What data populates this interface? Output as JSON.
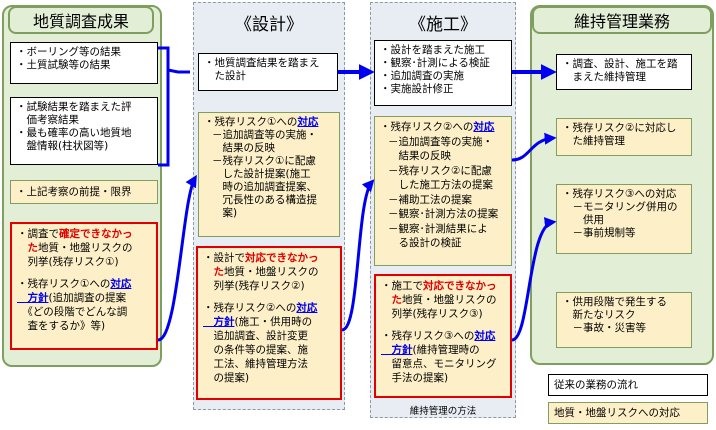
{
  "columns": {
    "survey": {
      "title": "地質調査成果"
    },
    "design": {
      "title": "《設計》"
    },
    "construction": {
      "title": "《施工》"
    },
    "maintenance": {
      "title": "維持管理業務"
    }
  },
  "survey": {
    "box1": [
      "・ボーリング等の結果",
      "・土質試験等の結果"
    ],
    "box2": [
      "・試験結果を踏まえた評",
      "　価考察結果",
      "・最も確率の高い地質地",
      "　盤情報(柱状図等)"
    ],
    "premise": "・上記考察の前提・限界",
    "risk": {
      "l1a": "・調査で",
      "l1b": "確定できなかっ",
      "l2a": "　た",
      "l2b": "地質・地盤リスクの",
      "l3": "　列挙(残存リスク①)",
      "l4a": "・残存リスク①への",
      "l4b": "対応",
      "l5a": "　方針",
      "l5b": "(追加調査の提案",
      "l6": "　《どの段階でどんな調",
      "l7": "　査をするか》等)"
    }
  },
  "design": {
    "main": [
      "・地質調査結果を踏まえ",
      "　た設計"
    ],
    "r1": {
      "l1a": "・残存リスク①への",
      "l1b": "対応",
      "lines": [
        "－追加調査等の実施・",
        "　結果の反映",
        "－残存リスク①に配慮",
        "　した設計提案(施工",
        "　時の追加調査提案、",
        "　冗長性のある構造提",
        "　案)"
      ]
    },
    "risk": {
      "l1a": "・設計で",
      "l1b": "対応できなかっ",
      "l2a": "　た",
      "l2b": "地質・地盤リスクの",
      "l3": "　列挙(残存リスク②)",
      "l4a": "・残存リスク②への",
      "l4b": "対応",
      "l5a": "　方針",
      "l5b": "(施工・供用時の",
      "lines": [
        "　追加調査、設計変更",
        "　の条件等の提案、施",
        "　工法、維持管理方法",
        "　の提案)"
      ]
    }
  },
  "construction": {
    "main": [
      "・設計を踏まえた施工",
      "・観察･計測による検証",
      "・追加調査の実施",
      "・実施設計修正"
    ],
    "r2": {
      "l1a": "・残存リスク②への",
      "l1b": "対応",
      "lines": [
        "－追加調査等の実施・",
        "　結果の反映",
        "－残存リスク②に配慮",
        "　した施工方法の提案",
        "－補助工法の提案",
        "－観察･計測方法の提案",
        "－観察･計測結果によ",
        "　る設計の検証"
      ]
    },
    "risk": {
      "l1a": "・施工で",
      "l1b": "対応できなかっ",
      "l2a": "　た",
      "l2b": "地質・地盤リスクの",
      "l3": "　列挙(残存リスク③)",
      "l4a": "・残存リスク③への",
      "l4b": "対応",
      "l5a": "　方針",
      "l5b": "(維持管理時の",
      "lines": [
        "　留意点、モニタリング",
        "　手法の提案)"
      ]
    },
    "caption": "維持管理の方法"
  },
  "maintenance": {
    "main": [
      "・調査、設計、施工を踏",
      "　まえた維持管理"
    ],
    "r2": [
      "・残存リスク②に対応し",
      "　た維持管理"
    ],
    "r3": [
      "・残存リスク③への対応",
      "　－モニタリング併用の",
      "　　供用",
      "　－事前規制等"
    ],
    "new": [
      "・供用段階で発生する",
      "　新たなリスク",
      "　－事故・災害等"
    ]
  },
  "legend": {
    "conventional": "従来の業務の流れ",
    "risk": "地質・地盤リスクへの対応"
  },
  "colors": {
    "arrow": "#0000ee",
    "emphasis_red": "#e00000",
    "emphasis_blue": "#0000ee",
    "column_green": "#e3eed6",
    "risk_yellow": "#fdf0c8"
  }
}
